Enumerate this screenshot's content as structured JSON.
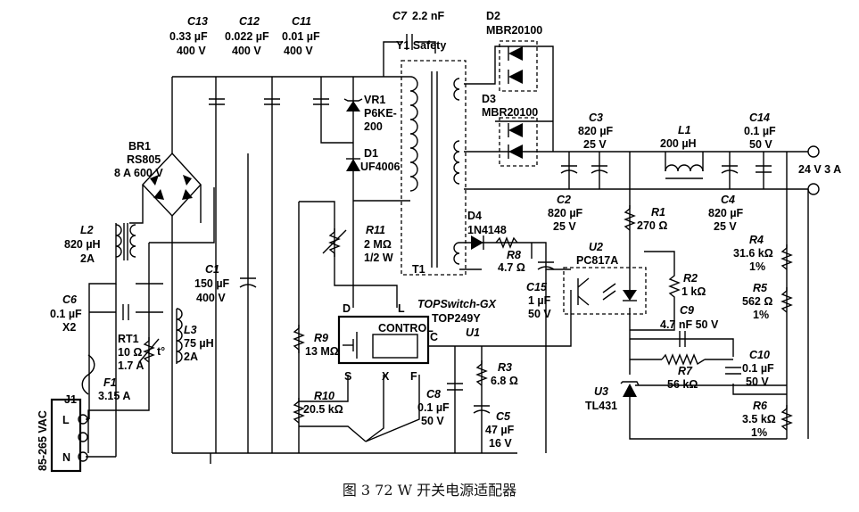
{
  "caption": "图 3 72 W 开关电源适配器",
  "input": {
    "voltage_label": "85-265 VAC",
    "connector": {
      "ref": "J1",
      "pins": [
        "L",
        "N"
      ]
    }
  },
  "components": {
    "C13": {
      "ref": "C13",
      "value1": "0.33 µF",
      "value2": "400 V"
    },
    "C12": {
      "ref": "C12",
      "value1": "0.022 µF",
      "value2": "400 V"
    },
    "C11": {
      "ref": "C11",
      "value1": "0.01 µF",
      "value2": "400 V"
    },
    "C7": {
      "ref": "C7",
      "value1": "2.2 nF",
      "value2": "Y1 Safety"
    },
    "D2": {
      "ref": "D2",
      "value1": "MBR20100"
    },
    "D3": {
      "ref": "D3",
      "value1": "MBR20100"
    },
    "VR1": {
      "ref": "VR1",
      "value1": "P6KE-",
      "value2": "200"
    },
    "D1": {
      "ref": "D1",
      "value1": "UF4006"
    },
    "BR1": {
      "ref": "BR1",
      "value1": "RS805",
      "value2": "8 A 600 V"
    },
    "L2": {
      "ref": "L2",
      "value1": "820 µH",
      "value2": "2A"
    },
    "C6": {
      "ref": "C6",
      "value1": "0.1 µF",
      "value2": "X2"
    },
    "RT1": {
      "ref": "RT1",
      "value1": "10 Ω",
      "value2": "1.7 A",
      "mark": "t°"
    },
    "F1": {
      "ref": "F1",
      "value1": "3.15 A"
    },
    "L3": {
      "ref": "L3",
      "value1": "75 µH",
      "value2": "2A"
    },
    "C1": {
      "ref": "C1",
      "value1": "150 µF",
      "value2": "400 V"
    },
    "R11": {
      "ref": "R11",
      "value1": "2 MΩ",
      "value2": "1/2 W"
    },
    "T1": {
      "ref": "T1"
    },
    "R9": {
      "ref": "R9",
      "value1": "13 MΩ"
    },
    "R10": {
      "ref": "R10",
      "value1": "20.5 kΩ"
    },
    "U1": {
      "ref": "U1",
      "family": "TOPSwitch-GX",
      "part": "TOP249Y",
      "block": "CONTROL",
      "pins": {
        "D": "D",
        "L": "L",
        "C": "C",
        "S": "S",
        "X": "X",
        "F": "F"
      }
    },
    "C8": {
      "ref": "C8",
      "value1": "0.1 µF",
      "value2": "50 V"
    },
    "R3": {
      "ref": "R3",
      "value1": "6.8 Ω"
    },
    "C5": {
      "ref": "C5",
      "value1": "47 µF",
      "value2": "16 V"
    },
    "D4": {
      "ref": "D4",
      "value1": "1N4148"
    },
    "R8": {
      "ref": "R8",
      "value1": "4.7 Ω"
    },
    "C15": {
      "ref": "C15",
      "value1": "1 µF",
      "value2": "50 V"
    },
    "C3": {
      "ref": "C3",
      "value1": "820 µF",
      "value2": "25 V"
    },
    "C2": {
      "ref": "C2",
      "value1": "820 µF",
      "value2": "25 V"
    },
    "L1": {
      "ref": "L1",
      "value1": "200 µH"
    },
    "C14": {
      "ref": "C14",
      "value1": "0.1 µF",
      "value2": "50 V"
    },
    "C4": {
      "ref": "C4",
      "value1": "820 µF",
      "value2": "25 V"
    },
    "R1": {
      "ref": "R1",
      "value1": "270 Ω"
    },
    "U2": {
      "ref": "U2",
      "value1": "PC817A"
    },
    "R2": {
      "ref": "R2",
      "value1": "1 kΩ"
    },
    "C9": {
      "ref": "C9",
      "value1": "4.7 nF 50 V"
    },
    "R7": {
      "ref": "R7",
      "value1": "56 kΩ"
    },
    "C10": {
      "ref": "C10",
      "value1": "0.1 µF",
      "value2": "50 V"
    },
    "U3": {
      "ref": "U3",
      "value1": "TL431"
    },
    "R4": {
      "ref": "R4",
      "value1": "31.6 kΩ",
      "value2": "1%"
    },
    "R5": {
      "ref": "R5",
      "value1": "562 Ω",
      "value2": "1%"
    },
    "R6": {
      "ref": "R6",
      "value1": "3.5 kΩ",
      "value2": "1%"
    }
  },
  "output": {
    "label": "24 V  3 A"
  }
}
